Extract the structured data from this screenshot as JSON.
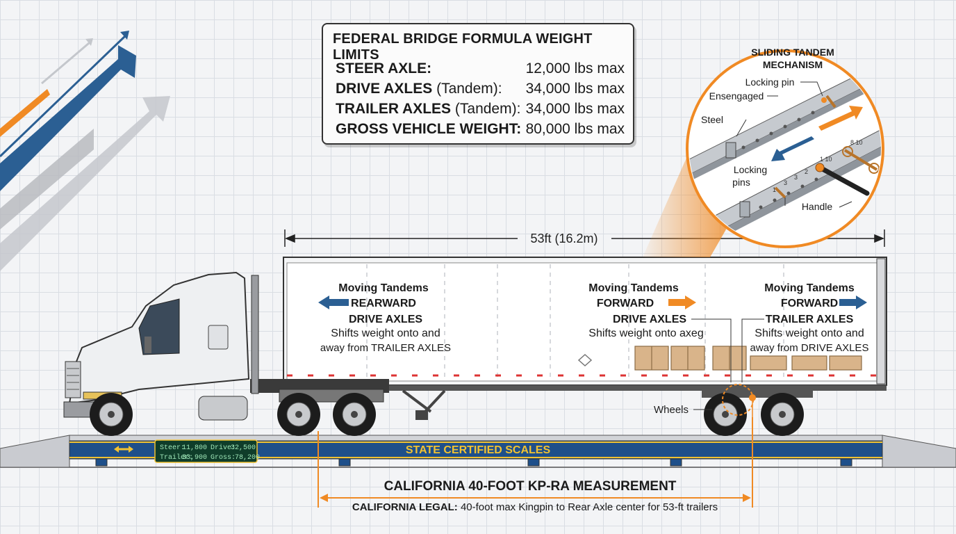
{
  "limits_box": {
    "title": "FEDERAL BRIDGE FORMULA WEIGHT LIMITS",
    "rows": [
      {
        "label": "STEER AXLE:",
        "sub": "",
        "value": "12,000 lbs max"
      },
      {
        "label": "DRIVE AXLES",
        "sub": " (Tandem):",
        "value": "34,000 lbs max"
      },
      {
        "label": "TRAILER AXLES",
        "sub": " (Tandem):",
        "value": "34,000 lbs max"
      },
      {
        "label": "GROSS VEHICLE WEIGHT:",
        "sub": "",
        "value": "80,000 lbs max"
      }
    ]
  },
  "trailer_length": "53ft (16.2m)",
  "callouts": [
    {
      "title": "Moving Tandems",
      "direction": "REARWARD",
      "axle": "DRIVE AXLES",
      "desc1": "Shifts weight onto and",
      "desc2": "away from TRAILER AXLES"
    },
    {
      "title": "Moving Tandems",
      "direction": "FORWARD",
      "axle": "DRIVE AXLES",
      "desc1": "Shifts weight onto axeg",
      "desc2": ""
    },
    {
      "title": "Moving Tandems",
      "direction": "FORWARD",
      "axle": "TRAILER AXLES",
      "desc1": "Shifts weight onto and",
      "desc2": "away from DRIVE AXLES"
    }
  ],
  "inset": {
    "title1": "SLIDING TANDEM",
    "title2": "MECHANISM",
    "locking_pin": "Locking pin",
    "engaged": "Ensengaged",
    "steel": "Steel",
    "locking_pins1": "Locking",
    "locking_pins2": "pins",
    "handle": "Handle",
    "rail_numbers": [
      "1",
      "2",
      "3",
      "3",
      "1 10",
      "8 10"
    ]
  },
  "wheels_label": "Wheels",
  "scale": {
    "name": "STATE CERTIFIED SCALES",
    "readout": [
      {
        "label": "Steer:",
        "value": "11,800"
      },
      {
        "label": "Drive:",
        "value": "32,500"
      },
      {
        "label": "Trailer:",
        "value": "33,900"
      },
      {
        "label": "Gross:",
        "value": "78,200"
      }
    ]
  },
  "california": {
    "title": "CALIFORNIA 40-FOOT KP-RA MEASUREMENT",
    "legal_label": "CALIFORNIA LEGAL:",
    "legal_text": " 40-foot max Kingpin to Rear Axle center for 53-ft trailers"
  },
  "colors": {
    "blue": "#2b5f93",
    "orange": "#f08a24",
    "gray_arrow": "#b9bcc1",
    "scale_blue": "#1e4f8a",
    "scale_yellow": "#f1c232"
  }
}
